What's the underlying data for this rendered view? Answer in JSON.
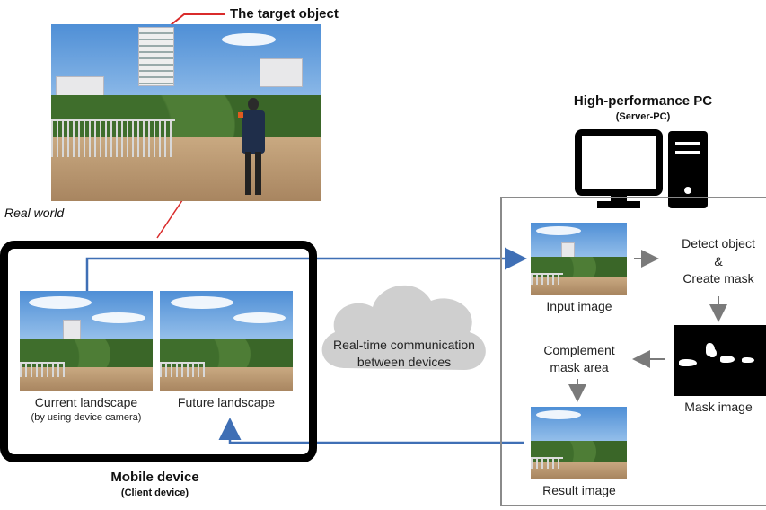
{
  "labels": {
    "target_object": "The target object",
    "real_world": "Real world",
    "mobile_device": "Mobile device",
    "client_device": "(Client device)",
    "current_landscape": "Current landscape",
    "current_landscape_sub": "(by using device camera)",
    "future_landscape": "Future landscape",
    "cloud_text_1": "Real-time communication",
    "cloud_text_2": "between devices",
    "server_title": "High-performance PC",
    "server_sub": "(Server-PC)",
    "input_image": "Input image",
    "detect_1": "Detect object",
    "detect_2": "&",
    "detect_3": "Create mask",
    "complement_1": "Complement",
    "complement_2": "mask area",
    "mask_image": "Mask image",
    "result_image": "Result image"
  },
  "colors": {
    "flow_arrow": "#3f6fb5",
    "target_pointer": "#d92b2b",
    "internal_arrow": "#7a7a7a",
    "cloud": "#cfcfcf"
  }
}
